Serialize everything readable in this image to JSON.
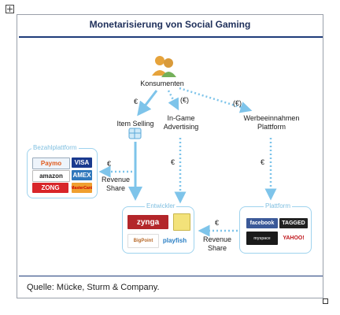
{
  "title": "Monetarisierung von Social Gaming",
  "source": "Quelle: Mücke, Sturm & Company.",
  "nodes": {
    "consumers": "Konsumenten",
    "item_selling": "Item Selling",
    "ingame_ad_1": "In-Game",
    "ingame_ad_2": "Advertising",
    "ad_revenue_1": "Werbeeinnahmen",
    "ad_revenue_2": "Plattform",
    "revenue_share_left_1": "Revenue",
    "revenue_share_left_2": "Share",
    "revenue_share_right_1": "Revenue",
    "revenue_share_right_2": "Share"
  },
  "euro_labels": {
    "item": "€",
    "ingame": "(€)",
    "werbung": "(€)",
    "ingame_down": "€",
    "werbung_down": "€",
    "left_share": "€",
    "right_share": "€"
  },
  "groups": {
    "payment": "Bezahlplattform",
    "developer": "Entwickler",
    "platform": "Plattform"
  },
  "payment_logos": [
    "Paymo",
    "VISA",
    "amazon",
    "AMEX",
    "ZONG",
    "MasterCard"
  ],
  "developer_logos": [
    "zynga",
    "",
    "BigPoint",
    "playfish"
  ],
  "platform_logos": [
    "facebook",
    "TAGGED",
    "myspace",
    "YAHOO!"
  ],
  "colors": {
    "arrow": "#7ec4ea",
    "title": "#1e2f5a",
    "rule": "#1f3d7a",
    "group_border": "#9fd3ee"
  }
}
